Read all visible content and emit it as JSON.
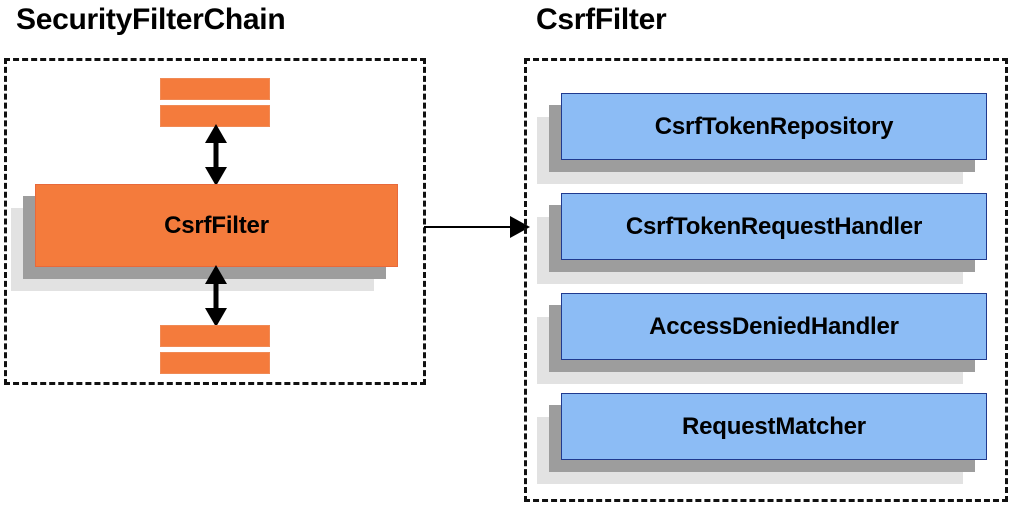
{
  "diagram": {
    "type": "component-relationship",
    "background": "#ffffff",
    "palette": {
      "orange_fill": "#F47B3C",
      "orange_border": "#F08A55",
      "blue_fill": "#8CBCF5",
      "blue_border": "#203A8F",
      "shadow_near": "#9D9D9D",
      "shadow_far": "#E2E2E2",
      "outline": "#111111",
      "text": "#000000"
    },
    "panels": [
      {
        "id": "security-filter-chain",
        "title": "SecurityFilterChain",
        "border_style": "dashed",
        "highlighted_component": "CsrfFilter",
        "unlabeled_filter_bars": 4
      },
      {
        "id": "csrf-filter",
        "title": "CsrfFilter",
        "border_style": "dashed",
        "components": [
          {
            "label": "CsrfTokenRepository"
          },
          {
            "label": "CsrfTokenRequestHandler"
          },
          {
            "label": "AccessDeniedHandler"
          },
          {
            "label": "RequestMatcher"
          }
        ]
      }
    ],
    "connectors": [
      {
        "id": "chain-to-detail",
        "from": "security-filter-chain",
        "to": "csrf-filter",
        "style": "single-arrow-right"
      },
      {
        "id": "above-csrffilter",
        "style": "double-arrow-vertical"
      },
      {
        "id": "below-csrffilter",
        "style": "double-arrow-vertical"
      }
    ]
  }
}
